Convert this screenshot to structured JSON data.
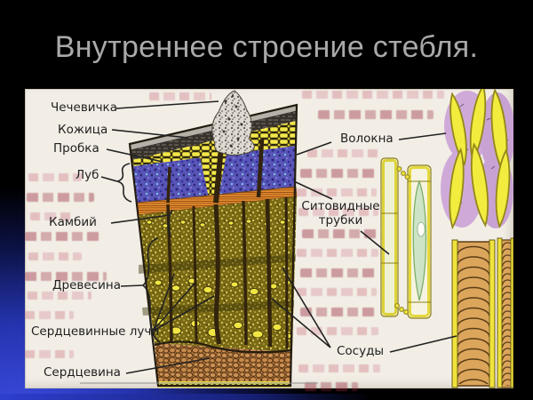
{
  "slide": {
    "title": "Внутреннее строение стебля."
  },
  "diagram": {
    "labels": {
      "lenticel": "Чечевичка",
      "skin": "Кожица",
      "cork": "Пробка",
      "bast": "Луб",
      "cambium": "Камбий",
      "wood": "Древесина",
      "pith_rays": "Сердцевинные лучи",
      "pith": "Сердцевина",
      "fibers": "Волокна",
      "sieve_tubes": "Ситовидные трубки",
      "vessels": "Сосуды"
    },
    "colors": {
      "cork_yellow": "#f0e438",
      "bast_blue": "#5a55b8",
      "cambium_orange": "#e2862c",
      "wood_olive": "#7a6a16",
      "pith_brown": "#bd8146",
      "fiber_yellow": "#f2ec3e",
      "fiber_purple": "#cfaad9",
      "vessel_tan": "#dba55c",
      "background_glow_blue": "#3c4ce2",
      "title_gray": "#a9a9a9"
    }
  }
}
